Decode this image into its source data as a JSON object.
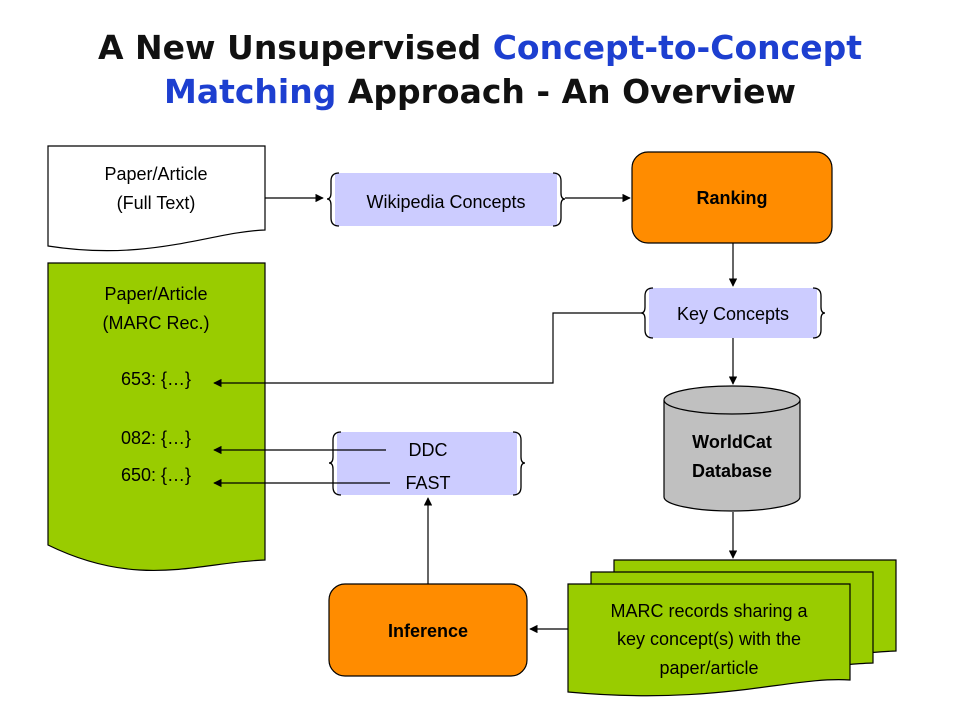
{
  "title": {
    "line1_part1": "A New Unsupervised ",
    "line1_part2": "Concept-to-Concept",
    "line2_part1": "Matching",
    "line2_part2": " Approach - An Overview",
    "highlight_color": "#1d3fd0"
  },
  "nodes": {
    "paper_fulltext": {
      "line1": "Paper/Article",
      "line2": "(Full Text)"
    },
    "wikipedia_concepts": {
      "label": "Wikipedia Concepts"
    },
    "ranking": {
      "label": "Ranking"
    },
    "key_concepts": {
      "label": "Key Concepts"
    },
    "marc_record": {
      "line1": "Paper/Article",
      "line2": "(MARC Rec.)",
      "field_653": "653: {…}",
      "field_082": "082: {…}",
      "field_650": "650: {…}"
    },
    "ddc_fast": {
      "ddc": "DDC",
      "fast": "FAST"
    },
    "worldcat": {
      "line1": "WorldCat",
      "line2": "Database"
    },
    "inference": {
      "label": "Inference"
    },
    "marc_records": {
      "line1": "MARC records sharing a",
      "line2": "key concept(s) with the",
      "line3": "paper/article"
    }
  },
  "colors": {
    "orange": "#ff8c00",
    "green": "#99cc00",
    "lavender": "#ccccff",
    "gray": "#c0c0c0"
  }
}
